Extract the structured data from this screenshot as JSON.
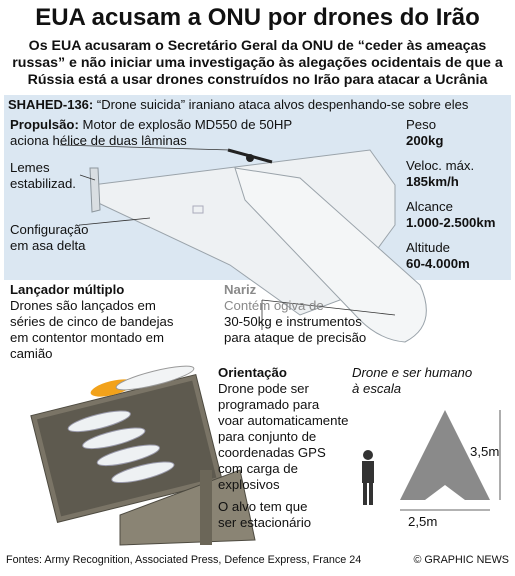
{
  "title": "EUA acusam a ONU por drones do Irão",
  "subtitle": "Os EUA acusaram o Secretário Geral da ONU de “ceder às ameaças russas” e não iniciar uma investigação às alegações ocidentais de que a Rússia está a usar drones construídos no Irão para atacar a Ucrânia",
  "banner": {
    "name": "SHAHED-136:",
    "desc": "“Drone suicida” iraniano ataca alvos despenhando-se sobre eles"
  },
  "propulsion": {
    "heading": "Propulsão:",
    "text1": " Motor de explosão MD550 de 50HP",
    "text2": "aciona hélice de duas lâminas"
  },
  "rudders": {
    "line1": "Lemes",
    "line2": "estabilizad."
  },
  "config": {
    "line1": "Configuração",
    "line2": "em asa delta"
  },
  "stats": [
    {
      "label": "Peso",
      "value": "200kg"
    },
    {
      "label": "Veloc. máx.",
      "value": "185km/h"
    },
    {
      "label": "Alcance",
      "value": "1.000-2.500km"
    },
    {
      "label": "Altitude",
      "value": "60-4.000m"
    }
  ],
  "launcher": {
    "heading": "Lançador múltiplo",
    "line1": "Drones são lançados em",
    "line2": "séries de cinco de bandejas",
    "line3": "em contentor montado em",
    "line4": "camião"
  },
  "nose": {
    "heading": "Nariz",
    "line1": "Contém ogiva de",
    "line2": "30-50kg e instrumentos",
    "line3": "para ataque de precisão"
  },
  "orientation": {
    "heading": "Orientação",
    "line1": "Drone pode ser",
    "line2": "programado para",
    "line3": "voar automaticamente",
    "line4": "para conjunto de",
    "line5": "coordenadas GPS",
    "line6": "com carga de",
    "line7": "explosivos",
    "line8": "O alvo tem que",
    "line9": "ser estacionário"
  },
  "scale": {
    "line1": "Drone e ser humano",
    "line2": "à escala",
    "height": "3,5m",
    "width": "2,5m"
  },
  "footer": {
    "sources": "Fontes: Army Recognition, Associated Press, Defence Express, France 24",
    "brand": "© GRAPHIC NEWS"
  },
  "colors": {
    "panel": "#dbe7f2",
    "drone": "#e8ecef",
    "silhouette": "#8a8a8a",
    "truck": "#6b6658",
    "flame": "#f2a21b"
  }
}
